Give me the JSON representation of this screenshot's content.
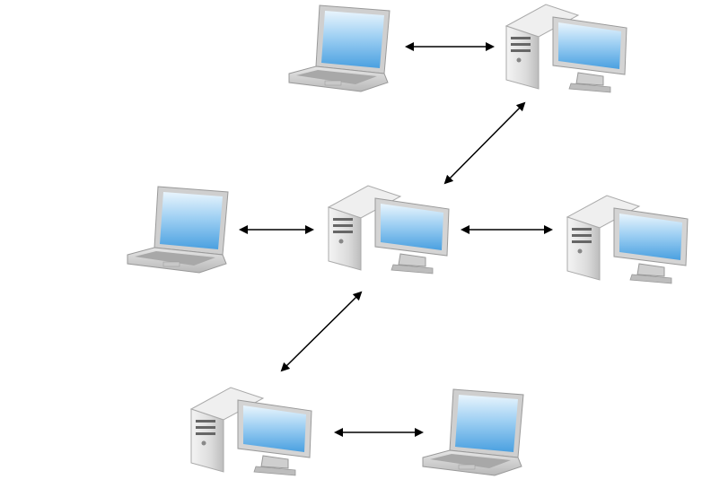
{
  "diagram": {
    "nodes": [
      {
        "id": "laptop-top",
        "kind": "laptop",
        "icon": "laptop-icon"
      },
      {
        "id": "desktop-top-right",
        "kind": "desktop",
        "icon": "desktop-computer-icon"
      },
      {
        "id": "laptop-middle-left",
        "kind": "laptop",
        "icon": "laptop-icon"
      },
      {
        "id": "desktop-center",
        "kind": "desktop",
        "icon": "desktop-computer-icon"
      },
      {
        "id": "desktop-middle-right",
        "kind": "desktop",
        "icon": "desktop-computer-icon"
      },
      {
        "id": "desktop-bottom-left",
        "kind": "desktop",
        "icon": "desktop-computer-icon"
      },
      {
        "id": "laptop-bottom-right",
        "kind": "laptop",
        "icon": "laptop-icon"
      }
    ],
    "connections": [
      {
        "from": "laptop-top",
        "to": "desktop-top-right",
        "arrows": "both"
      },
      {
        "from": "desktop-top-right",
        "to": "desktop-center",
        "arrows": "both"
      },
      {
        "from": "laptop-middle-left",
        "to": "desktop-center",
        "arrows": "both"
      },
      {
        "from": "desktop-center",
        "to": "desktop-middle-right",
        "arrows": "both"
      },
      {
        "from": "desktop-center",
        "to": "desktop-bottom-left",
        "arrows": "both"
      },
      {
        "from": "desktop-bottom-left",
        "to": "laptop-bottom-right",
        "arrows": "both"
      }
    ],
    "colors": {
      "screen": "#6fb6ea",
      "screen_highlight": "#e9f5fd",
      "case": "#d9d9d9",
      "case_shadow": "#a9a9a9",
      "arrow": "#000000"
    }
  }
}
